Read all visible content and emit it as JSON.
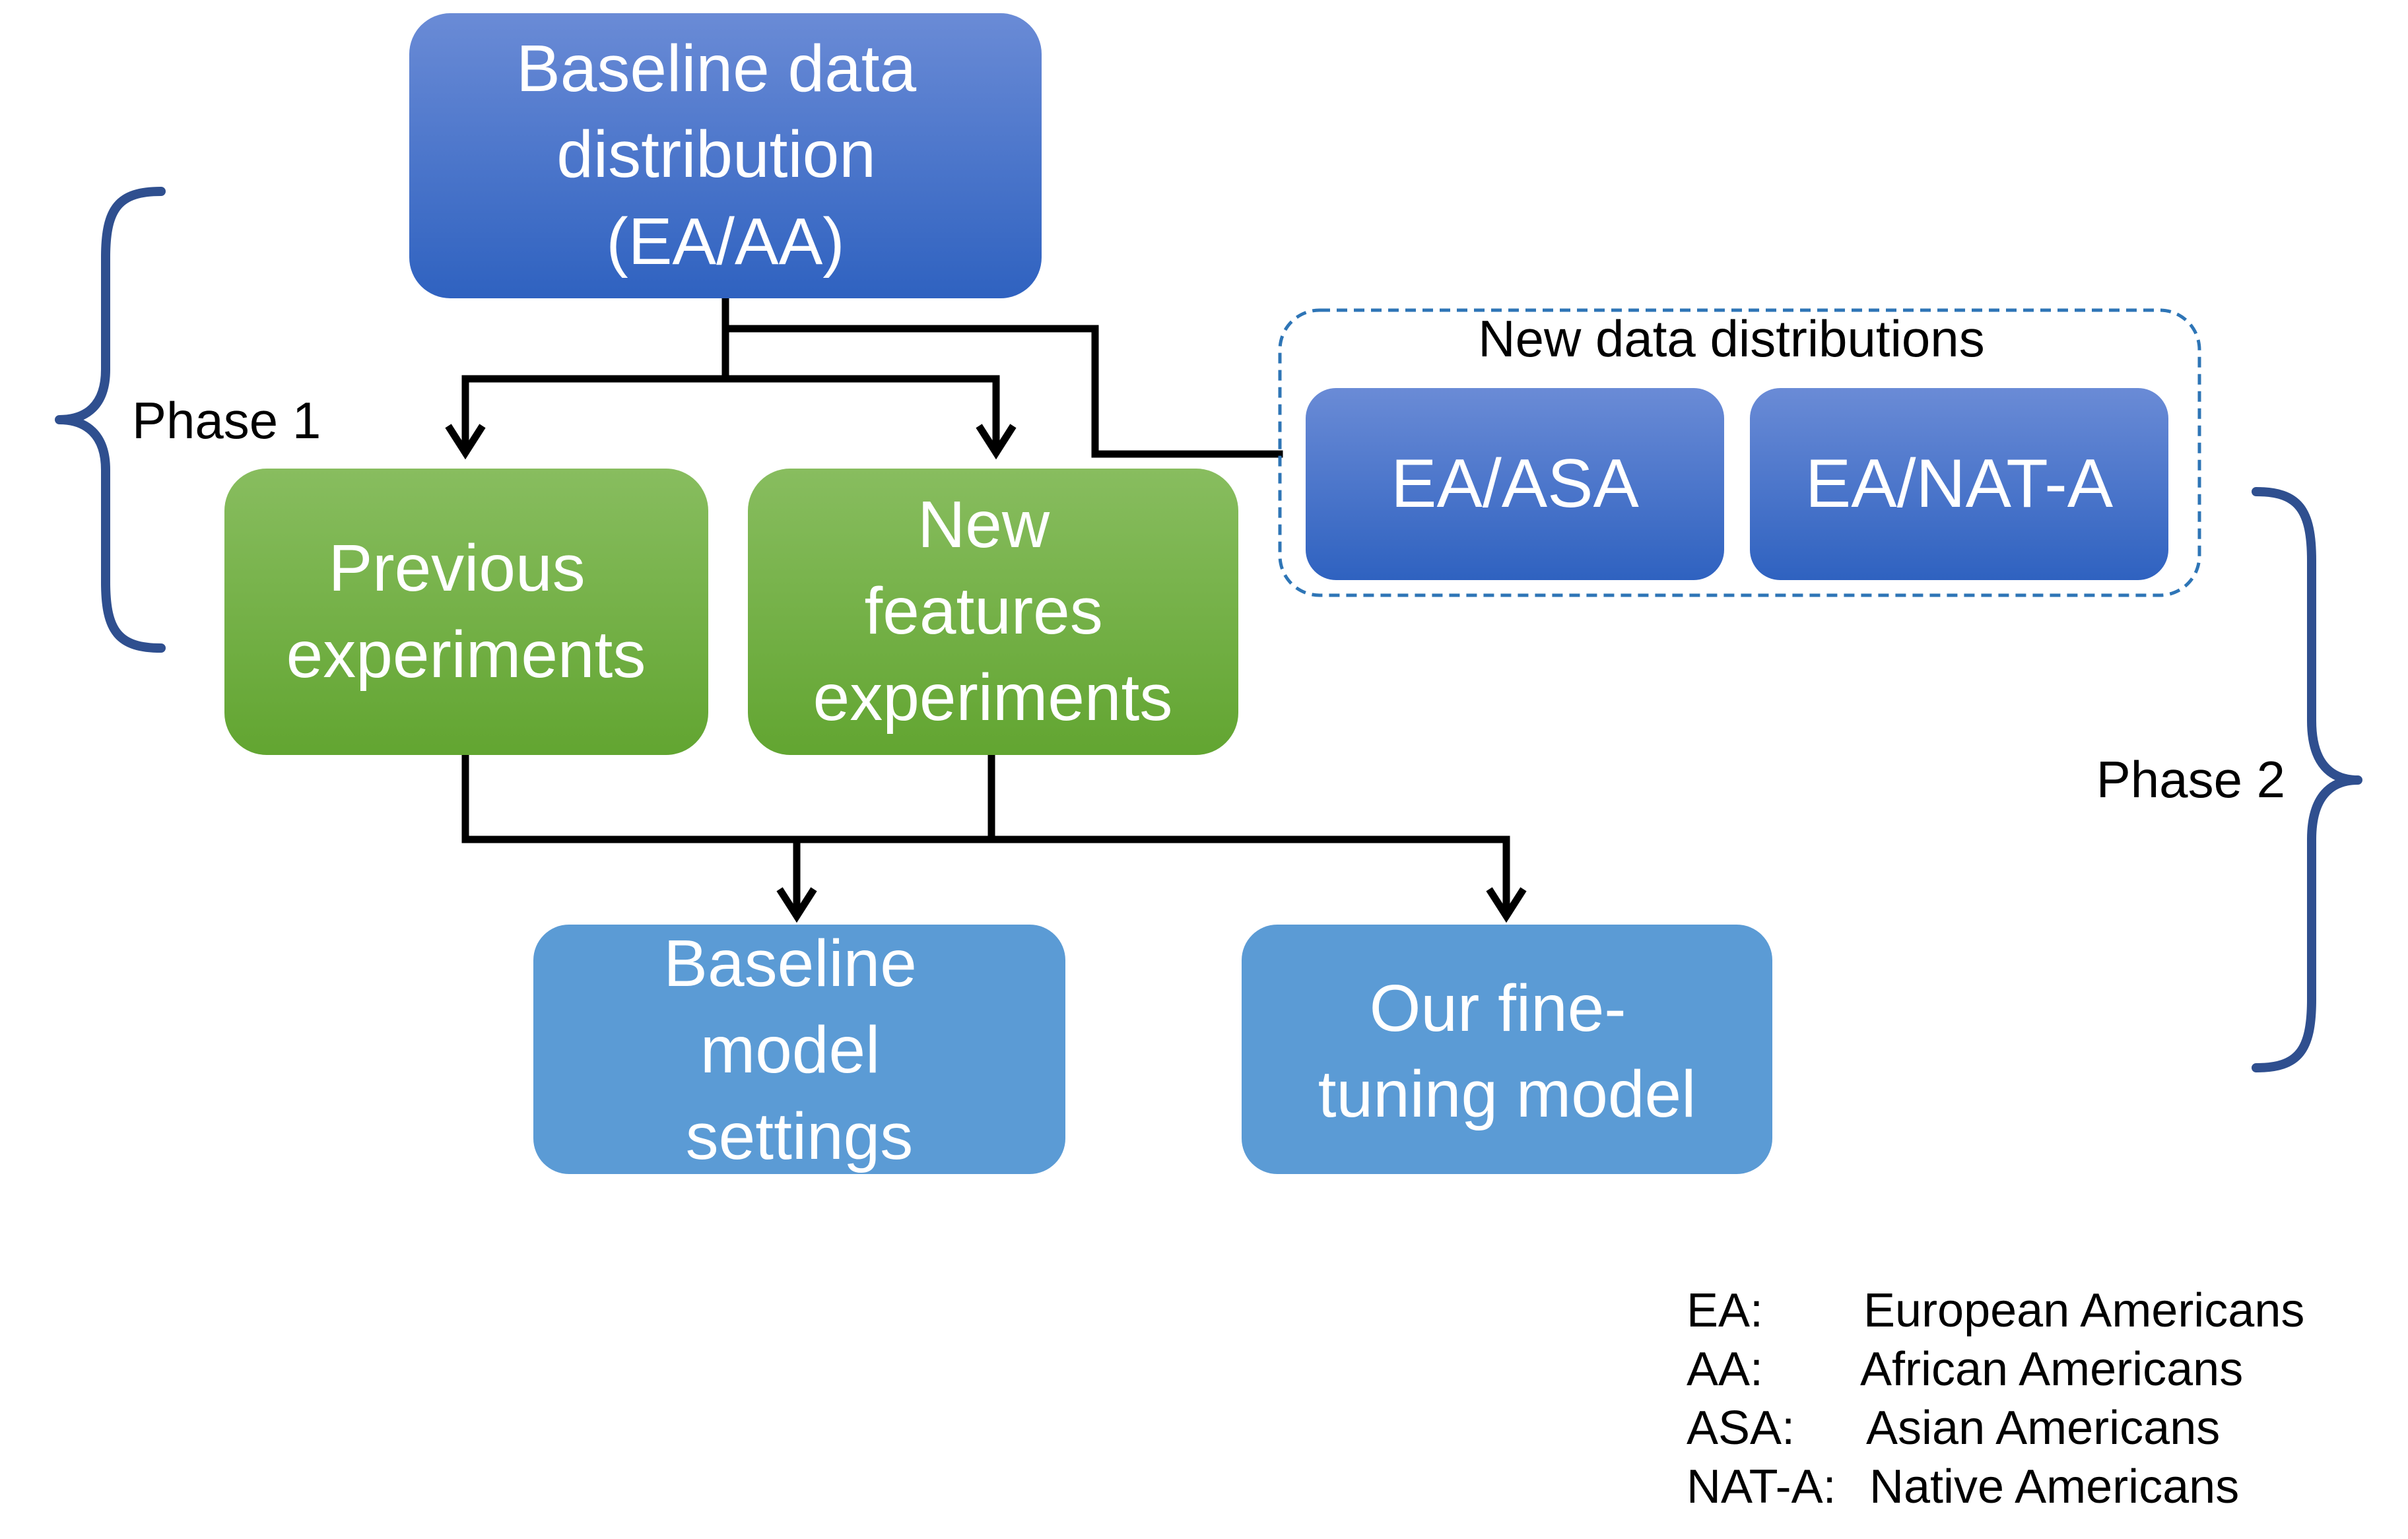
{
  "colors": {
    "dark_blue_top": "#6a8bd6",
    "dark_blue_bottom": "#2f62c0",
    "green_top": "#88bd5f",
    "green_bottom": "#62a531",
    "light_blue": "#5b9bd5",
    "brace": "#2f4f8f",
    "dashed_border": "#2e75b6",
    "connector": "#000000"
  },
  "boxes": {
    "baseline_distribution": {
      "lines": [
        "Baseline data",
        "distribution",
        "(EA/AA)"
      ]
    },
    "previous_experiments": {
      "lines": [
        "Previous",
        "experiments"
      ]
    },
    "new_features_experiments": {
      "lines": [
        "New",
        "features",
        "experiments"
      ]
    },
    "ea_asa": {
      "lines": [
        "EA/ASA"
      ]
    },
    "ea_nat_a": {
      "lines": [
        "EA/NAT-A"
      ]
    },
    "baseline_model_settings": {
      "lines": [
        "Baseline",
        "model",
        "settings"
      ]
    },
    "fine_tuning_model": {
      "lines": [
        "Our fine-",
        "tuning model"
      ]
    }
  },
  "group": {
    "title": "New data distributions"
  },
  "phases": {
    "phase1": "Phase 1",
    "phase2": "Phase 2"
  },
  "legend": [
    {
      "abbr": "EA:",
      "full": "European Americans"
    },
    {
      "abbr": "AA:",
      "full": "African Americans"
    },
    {
      "abbr": "ASA:",
      "full": "Asian Americans"
    },
    {
      "abbr": "NAT-A:",
      "full": "Native Americans"
    }
  ]
}
